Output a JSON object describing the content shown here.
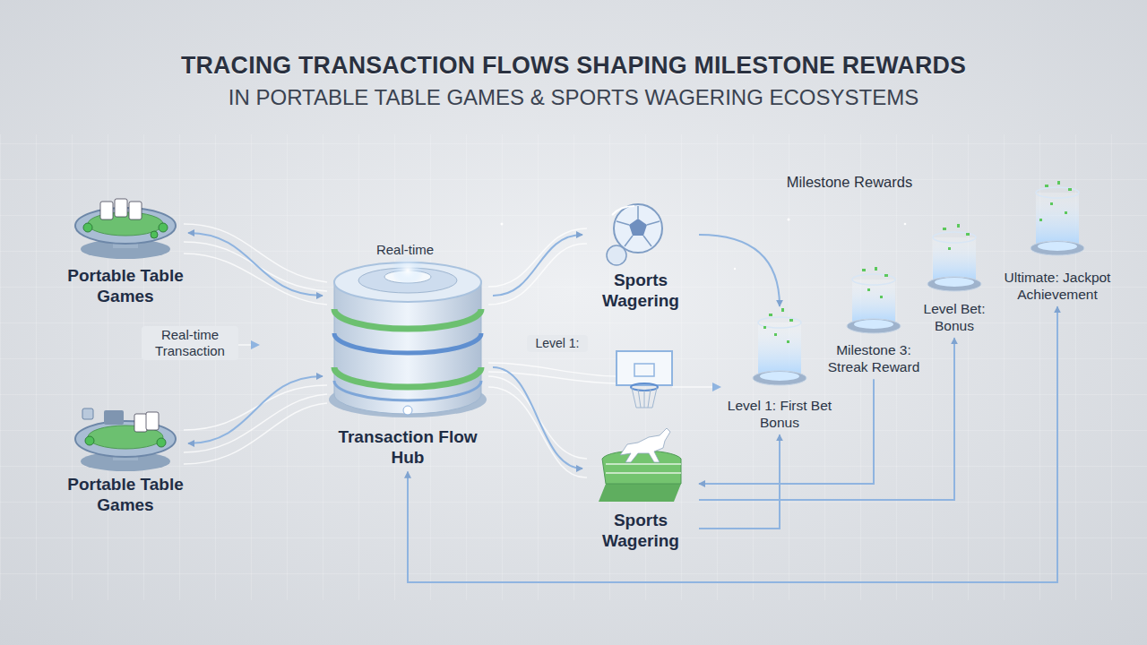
{
  "diagram": {
    "title": "TRACING TRANSACTION FLOWS SHAPING MILESTONE REWARDS",
    "nodes": [
      {
        "text": [
          "Portable Table Games"
        ]
      },
      {
        "text": [
          "Portable Table Games"
        ]
      },
      {
        "text": [
          "Transaction Flow Hub"
        ]
      },
      {
        "text": [
          "Sports Wagering"
        ]
      },
      {
        "text": [
          "Sports Wagering"
        ]
      },
      {
        "text": [
          "Level 1: First Bet Bonus"
        ]
      },
      {
        "text": [
          "Milestone 3: Streak Reward"
        ]
      },
      {
        "text": [
          "Level Bet: Bonus"
        ]
      },
      {
        "text": [
          "Ultimate: Jackpot Achievement"
        ]
      }
    ],
    "edges": [
      {
        "from": 0,
        "to": 2,
        "arrow": "both"
      },
      {
        "from": 1,
        "to": 2,
        "arrow": "both"
      },
      {
        "from": 2,
        "to": 3,
        "arrow": "to"
      },
      {
        "from": 2,
        "to": 4,
        "arrow": "to"
      },
      {
        "from": 3,
        "to": 5,
        "arrow": "to"
      },
      {
        "from": 6,
        "to": 4,
        "arrow": "to"
      },
      {
        "from": 4,
        "to": 5,
        "arrow": "to"
      },
      {
        "from": 4,
        "to": 7,
        "arrow": "to"
      },
      {
        "from": 2,
        "to": 8,
        "arrow": "both"
      }
    ],
    "labels": [
      "IN PORTABLE TABLE GAMES & SPORTS WAGERING ECOSYSTEMS",
      "Real-time",
      "Real-time Transaction",
      "Level 1:",
      "Milestone Rewards"
    ]
  }
}
